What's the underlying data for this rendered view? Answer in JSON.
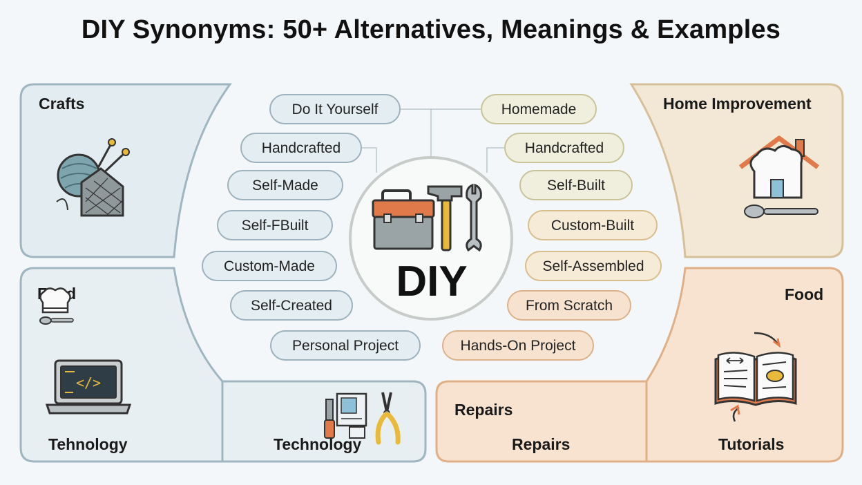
{
  "title": "DIY Synonyms: 50+ Alternatives, Meanings & Examples",
  "center": {
    "label": "DIY",
    "icon": "toolbox-hammer-wrench-icon"
  },
  "panels": {
    "crafts": {
      "label": "Crafts",
      "icon": "yarn-knitting-icon"
    },
    "home_improvement": {
      "label": "Home Improvement",
      "icon": "house-spoon-icon"
    },
    "food_left": {
      "label": "Food",
      "icon": "chef-hat-spoon-icon"
    },
    "food_right": {
      "label": "Food",
      "icon": "recipe-book-icon"
    },
    "tehnology": {
      "label": "Tehnology",
      "icon": "laptop-code-icon"
    },
    "technology": {
      "label": "Technology",
      "icon": "tools-pliers-icon"
    },
    "repairs_top": {
      "label": "Repairs"
    },
    "repairs": {
      "label": "Repairs"
    },
    "tutorials": {
      "label": "Tutorials"
    }
  },
  "synonyms_left": [
    "Do It Yourself",
    "Handcrafted",
    "Self-Made",
    "Self-FBuilt",
    "Custom-Made",
    "Self-Created",
    "Personal Project"
  ],
  "synonyms_right": [
    "Homemade",
    "Handcrafted",
    "Self-Built",
    "Custom-Built",
    "Self-Assembled",
    "From Scratch",
    "Hands-On Project"
  ],
  "colors": {
    "cool_fill": "#e4edf1",
    "cool_border": "#9db2bd",
    "warm_fill": "#f3e6d2",
    "warm_border": "#d9b48a",
    "accent_orange": "#e07a4a",
    "accent_yellow": "#e8b93a"
  }
}
